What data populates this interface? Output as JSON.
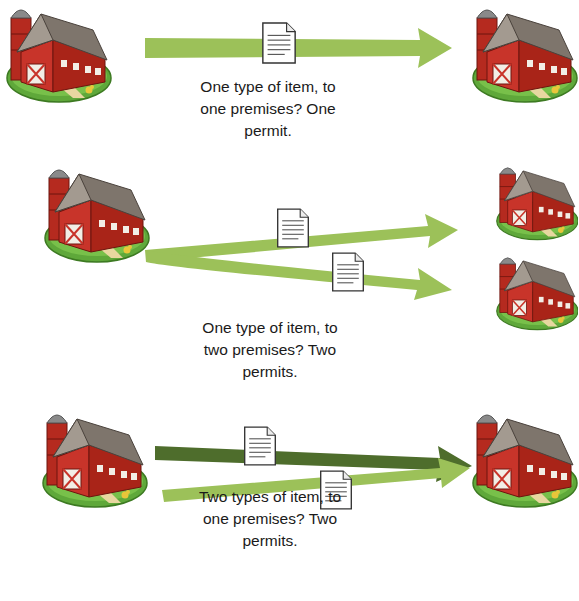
{
  "diagram": {
    "labels": [
      "One type of item, to one premises? One permit.",
      "One type of item, to two premises? Two permits.",
      "Two types of item, to one premises? Two permits."
    ]
  }
}
